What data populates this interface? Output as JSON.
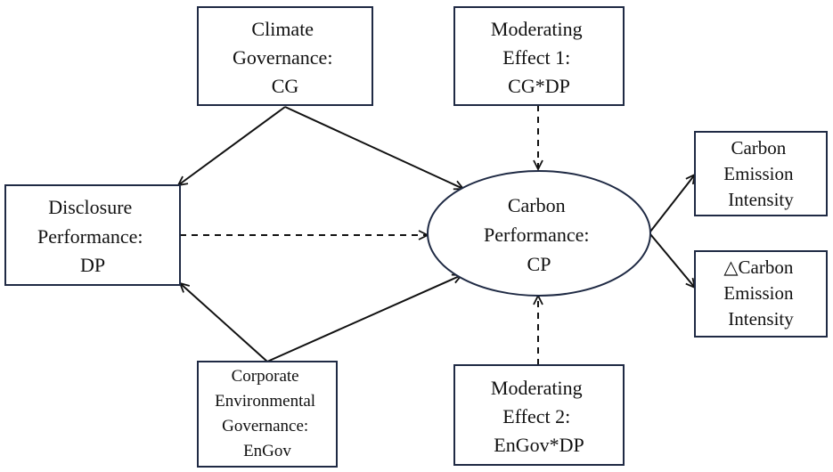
{
  "nodes": {
    "cg": {
      "lines": [
        "Climate",
        "Governance:",
        "CG"
      ]
    },
    "me1": {
      "lines": [
        "Moderating",
        "Effect 1:",
        "CG*DP"
      ]
    },
    "dp": {
      "lines": [
        "Disclosure",
        "Performance:",
        "DP"
      ]
    },
    "cp": {
      "lines": [
        "Carbon",
        "Performance:",
        "CP"
      ]
    },
    "cei": {
      "lines": [
        "Carbon",
        "Emission",
        "Intensity"
      ]
    },
    "dcei": {
      "lines": [
        "△Carbon",
        "Emission",
        "Intensity"
      ]
    },
    "eng": {
      "lines": [
        "Corporate",
        "Environmental",
        "Governance:",
        "EnGov"
      ]
    },
    "me2": {
      "lines": [
        "Moderating",
        "Effect 2:",
        "EnGov*DP"
      ]
    }
  },
  "colors": {
    "box_border": "#1f2a44",
    "line": "#111111",
    "background": "#ffffff"
  },
  "edges": [
    {
      "from": "cg",
      "to": "dp",
      "style": "solid"
    },
    {
      "from": "cg",
      "to": "cp",
      "style": "solid"
    },
    {
      "from": "dp",
      "to": "cp",
      "style": "dashed"
    },
    {
      "from": "eng",
      "to": "dp",
      "style": "solid"
    },
    {
      "from": "eng",
      "to": "cp",
      "style": "solid"
    },
    {
      "from": "me1",
      "to": "cp",
      "style": "dashed"
    },
    {
      "from": "me2",
      "to": "cp",
      "style": "dashed"
    },
    {
      "from": "cp",
      "to": "cei",
      "style": "solid"
    },
    {
      "from": "cp",
      "to": "dcei",
      "style": "solid"
    }
  ]
}
